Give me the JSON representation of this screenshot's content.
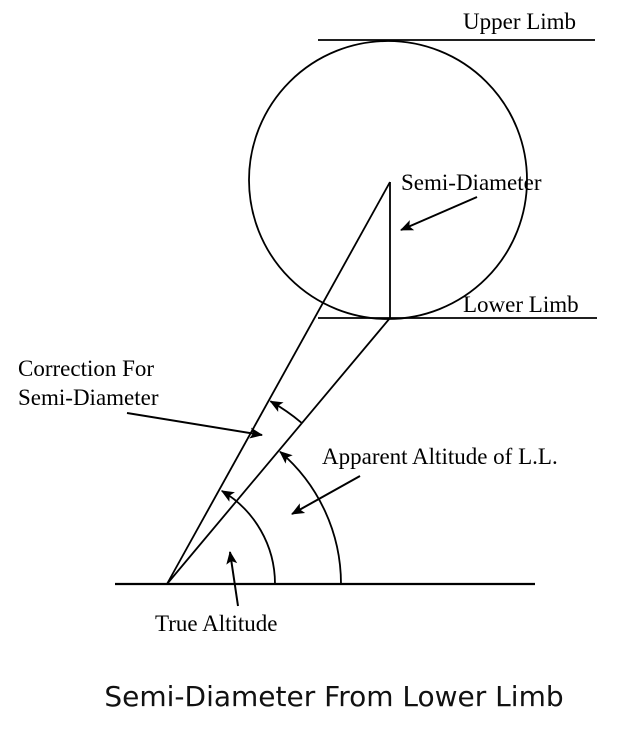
{
  "diagram": {
    "title": "Semi-Diameter From Lower Limb",
    "labels": {
      "upper_limb": "Upper Limb",
      "lower_limb": "Lower Limb",
      "semi_diameter": "Semi-Diameter",
      "correction_line1": "Correction For",
      "correction_line2": "Semi-Diameter",
      "apparent_altitude": "Apparent Altitude of L.L.",
      "true_altitude": "True Altitude"
    },
    "colors": {
      "celestial_body_fill": "#cdd1d0",
      "line": "#000000",
      "background": "#ffffff"
    }
  }
}
